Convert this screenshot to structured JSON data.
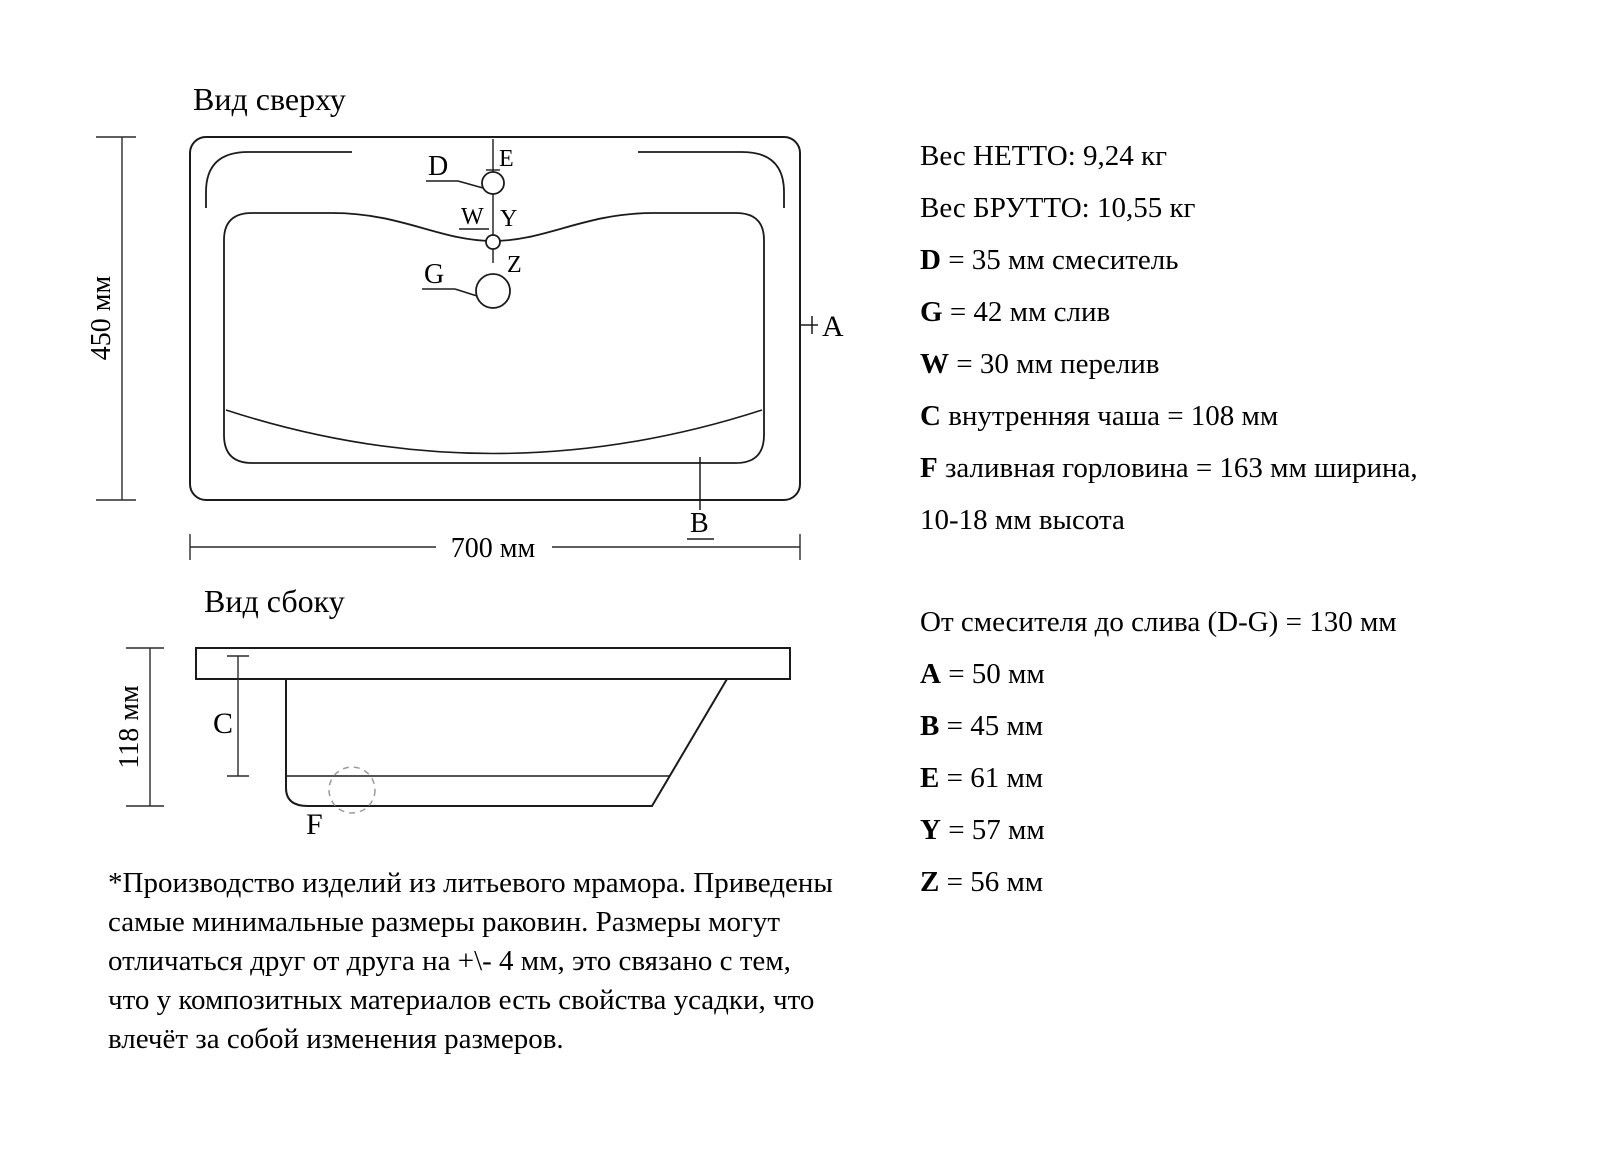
{
  "colors": {
    "line": "#1b1b1b",
    "dim_line": "#2a2a2a",
    "dashed_detail": "#999999",
    "background": "#ffffff",
    "text": "#000000"
  },
  "top_view": {
    "title": "Вид сверху",
    "width_label": "700 мм",
    "height_label": "450 мм",
    "labels": {
      "d": "D",
      "e": "E",
      "w": "W",
      "y": "Y",
      "z": "Z",
      "g": "G",
      "a": "A",
      "b": "B"
    }
  },
  "side_view": {
    "title": "Вид сбоку",
    "height_label": "118 мм",
    "labels": {
      "c": "C",
      "f": "F"
    }
  },
  "specs_primary": [
    {
      "prefix": "",
      "text": "Вес НЕТТО: 9,24 кг"
    },
    {
      "prefix": "",
      "text": "Вес БРУТТО: 10,55 кг"
    },
    {
      "prefix": "D",
      "text": " = 35 мм смеситель"
    },
    {
      "prefix": "G",
      "text": " = 42 мм слив"
    },
    {
      "prefix": "W",
      "text": " = 30 мм перелив"
    },
    {
      "prefix": "C",
      "text": " внутренняя чаша = 108 мм"
    },
    {
      "prefix": "F",
      "text": " заливная горловина = 163 мм ширина,"
    },
    {
      "prefix": "",
      "text": "10-18 мм высота"
    }
  ],
  "specs_secondary": [
    {
      "prefix": "",
      "text": "От смесителя до слива (D-G) = 130 мм"
    },
    {
      "prefix": "A",
      "text": " = 50 мм"
    },
    {
      "prefix": "B",
      "text": " = 45 мм"
    },
    {
      "prefix": "E",
      "text": " = 61 мм"
    },
    {
      "prefix": "Y",
      "text": " = 57 мм"
    },
    {
      "prefix": "Z",
      "text": " = 56 мм"
    }
  ],
  "footnote_lines": [
    "*Производство изделий из литьевого мрамора. Приведены",
    "самые минимальные размеры раковин. Размеры могут",
    "отличаться друг от друга на +\\- 4 мм, это связано с тем,",
    "что у композитных материалов есть свойства усадки, что",
    "влечёт за собой изменения размеров."
  ]
}
